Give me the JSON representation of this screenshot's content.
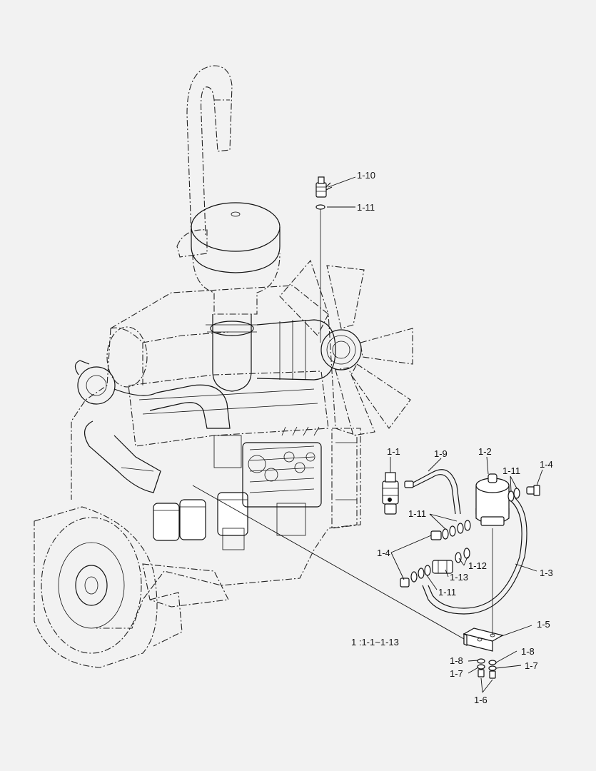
{
  "callouts": {
    "c_1_10": "1-10",
    "c_1_11_top": "1-11",
    "c_1_1": "1-1",
    "c_1_9": "1-9",
    "c_1_2": "1-2",
    "c_1_11_right": "1-11",
    "c_1_4_right": "1-4",
    "c_1_11_left": "1-11",
    "c_1_4_left": "1-4",
    "c_1_12": "1-12",
    "c_1_13": "1-13",
    "c_1_11_bottom": "1-11",
    "c_1_3": "1-3",
    "c_1_5": "1-5",
    "c_1_8_left": "1-8",
    "c_1_7_left": "1-7",
    "c_1_8_right": "1-8",
    "c_1_7_right": "1-7",
    "c_1_6": "1-6"
  },
  "scale_note": "1 :1-1~1-13",
  "colors": {
    "background": "#f2f2f2",
    "line": "#111111"
  }
}
